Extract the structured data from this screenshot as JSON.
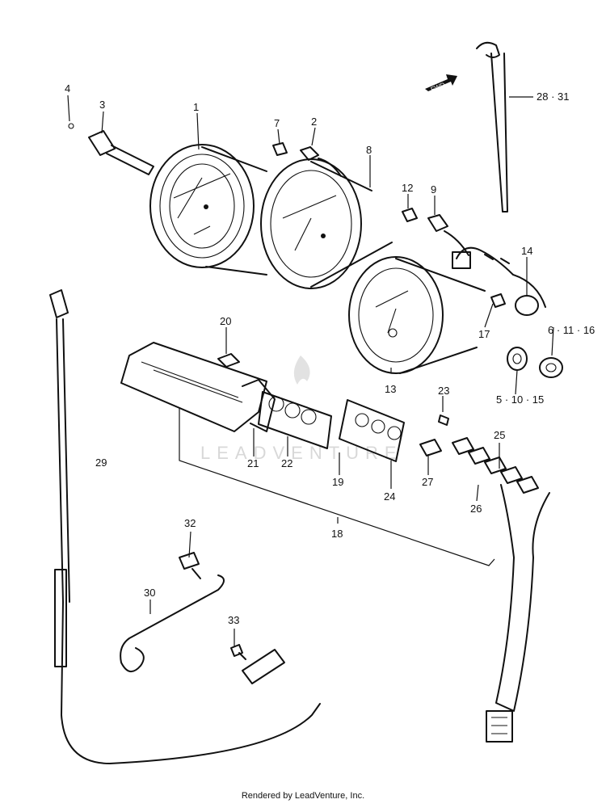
{
  "callouts": {
    "c1": "1",
    "c2": "2",
    "c3": "3",
    "c4": "4",
    "c7": "7",
    "c8": "8",
    "c9": "9",
    "c12": "12",
    "c13": "13",
    "c14": "14",
    "c17": "17",
    "c18": "18",
    "c19": "19",
    "c20": "20",
    "c21": "21",
    "c22": "22",
    "c23": "23",
    "c24": "24",
    "c25": "25",
    "c26": "26",
    "c27": "27",
    "c29": "29",
    "c30": "30",
    "c32": "32",
    "c33": "33",
    "c28_31": "28 · 31",
    "c6_11_16": "6 · 11 · 16",
    "c5_10_15": "5 · 10 · 15"
  },
  "fwd_arrow_text": "FWD",
  "watermark": "LEADVENTURE",
  "footer": "Rendered by LeadVenture, Inc."
}
